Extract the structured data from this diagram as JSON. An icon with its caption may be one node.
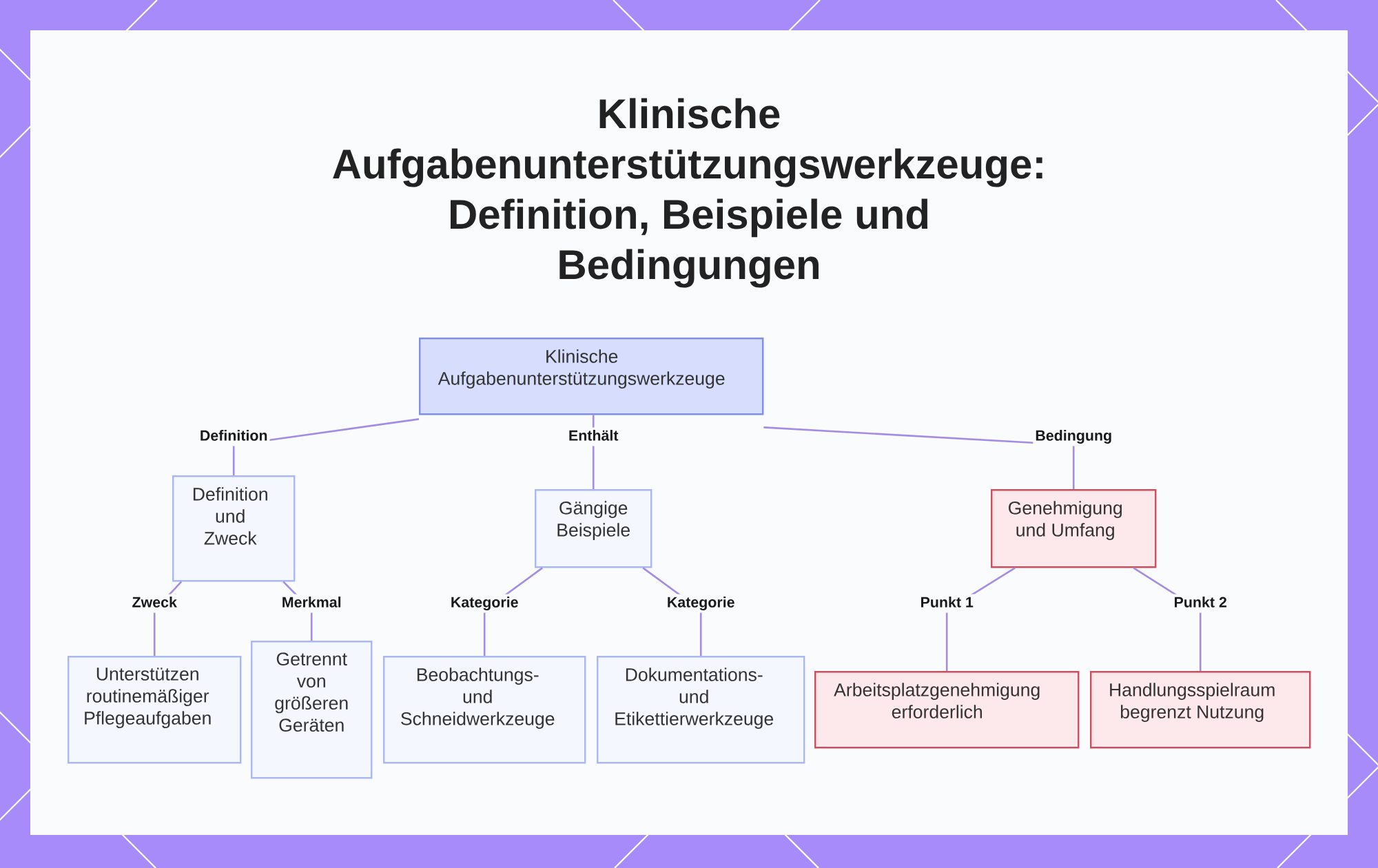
{
  "diagram": {
    "title": "Klinische Aufgabenunterstützungswerkzeuge: Definition, Beispiele und Bedingungen",
    "nodes": [
      {
        "text": [
          "Klinische Aufgabenunterstützungswerkzeuge"
        ]
      },
      {
        "text": [
          "Definition und Zweck"
        ]
      },
      {
        "text": [
          "Gängige Beispiele"
        ]
      },
      {
        "text": [
          "Genehmigung und Umfang"
        ]
      },
      {
        "text": [
          "Unterstützen routinemäßiger Pflegeaufgaben"
        ]
      },
      {
        "text": [
          "Getrennt von größeren Geräten"
        ]
      },
      {
        "text": [
          "Beobachtungs- und Schneidwerkzeuge"
        ]
      },
      {
        "text": [
          "Dokumentations- und Etikettierwerkzeuge"
        ]
      },
      {
        "text": [
          "Arbeitsplatzgenehmigung erforderlich"
        ]
      },
      {
        "text": [
          "Handlungsspielraum begrenzt Nutzung"
        ]
      }
    ],
    "edges": [
      {
        "from": 0,
        "to": 1,
        "label": "Definition",
        "arrow": "none"
      },
      {
        "from": 0,
        "to": 2,
        "label": "Enthält",
        "arrow": "none"
      },
      {
        "from": 0,
        "to": 3,
        "label": "Bedingung",
        "arrow": "none"
      },
      {
        "from": 1,
        "to": 4,
        "label": "Zweck",
        "arrow": "none"
      },
      {
        "from": 1,
        "to": 5,
        "label": "Merkmal",
        "arrow": "none"
      },
      {
        "from": 2,
        "to": 6,
        "label": "Kategorie",
        "arrow": "none"
      },
      {
        "from": 2,
        "to": 7,
        "label": "Kategorie",
        "arrow": "none"
      },
      {
        "from": 3,
        "to": 8,
        "label": "Punkt 1",
        "arrow": "none"
      },
      {
        "from": 3,
        "to": 9,
        "label": "Punkt 2",
        "arrow": "none"
      }
    ]
  }
}
